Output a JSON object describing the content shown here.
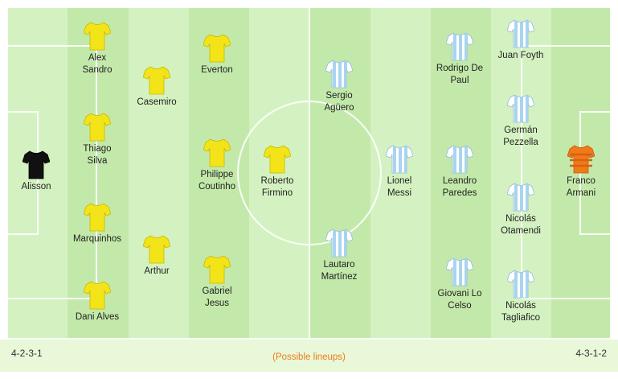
{
  "colors": {
    "pitch_light": "#d4f2c1",
    "pitch_dark": "#c3e9aa",
    "brazil_shirt": "#f3e41a",
    "brazil_keeper": "#111111",
    "argentina_shirt": "#a9d4f0",
    "argentina_keeper": "#f07a1a",
    "note_color": "#f07a1a"
  },
  "home": {
    "formation": "4-2-3-1",
    "players": [
      {
        "name": "Alisson",
        "shirt": "keeper-black"
      },
      {
        "name": "Alex\nSandro",
        "shirt": "yellow"
      },
      {
        "name": "Thiago\nSilva",
        "shirt": "yellow"
      },
      {
        "name": "Marquinhos",
        "shirt": "yellow"
      },
      {
        "name": "Dani Alves",
        "shirt": "yellow"
      },
      {
        "name": "Casemiro",
        "shirt": "yellow"
      },
      {
        "name": "Arthur",
        "shirt": "yellow"
      },
      {
        "name": "Everton",
        "shirt": "yellow"
      },
      {
        "name": "Philippe\nCoutinho",
        "shirt": "yellow"
      },
      {
        "name": "Gabriel\nJesus",
        "shirt": "yellow"
      },
      {
        "name": "Roberto\nFirmino",
        "shirt": "yellow"
      }
    ]
  },
  "away": {
    "formation": "4-3-1-2",
    "players": [
      {
        "name": "Sergio\nAgüero",
        "shirt": "striped"
      },
      {
        "name": "Lautaro\nMartínez",
        "shirt": "striped"
      },
      {
        "name": "Lionel\nMessi",
        "shirt": "striped"
      },
      {
        "name": "Rodrigo De\nPaul",
        "shirt": "striped"
      },
      {
        "name": "Leandro\nParedes",
        "shirt": "striped"
      },
      {
        "name": "Giovani Lo\nCelso",
        "shirt": "striped"
      },
      {
        "name": "Juan Foyth",
        "shirt": "striped"
      },
      {
        "name": "Germán\nPezzella",
        "shirt": "striped"
      },
      {
        "name": "Nicolás\nOtamendi",
        "shirt": "striped"
      },
      {
        "name": "Nicolás\nTagliafico",
        "shirt": "striped"
      },
      {
        "name": "Franco\nArmani",
        "shirt": "keeper-orange"
      }
    ]
  },
  "note": "(Possible lineups)"
}
